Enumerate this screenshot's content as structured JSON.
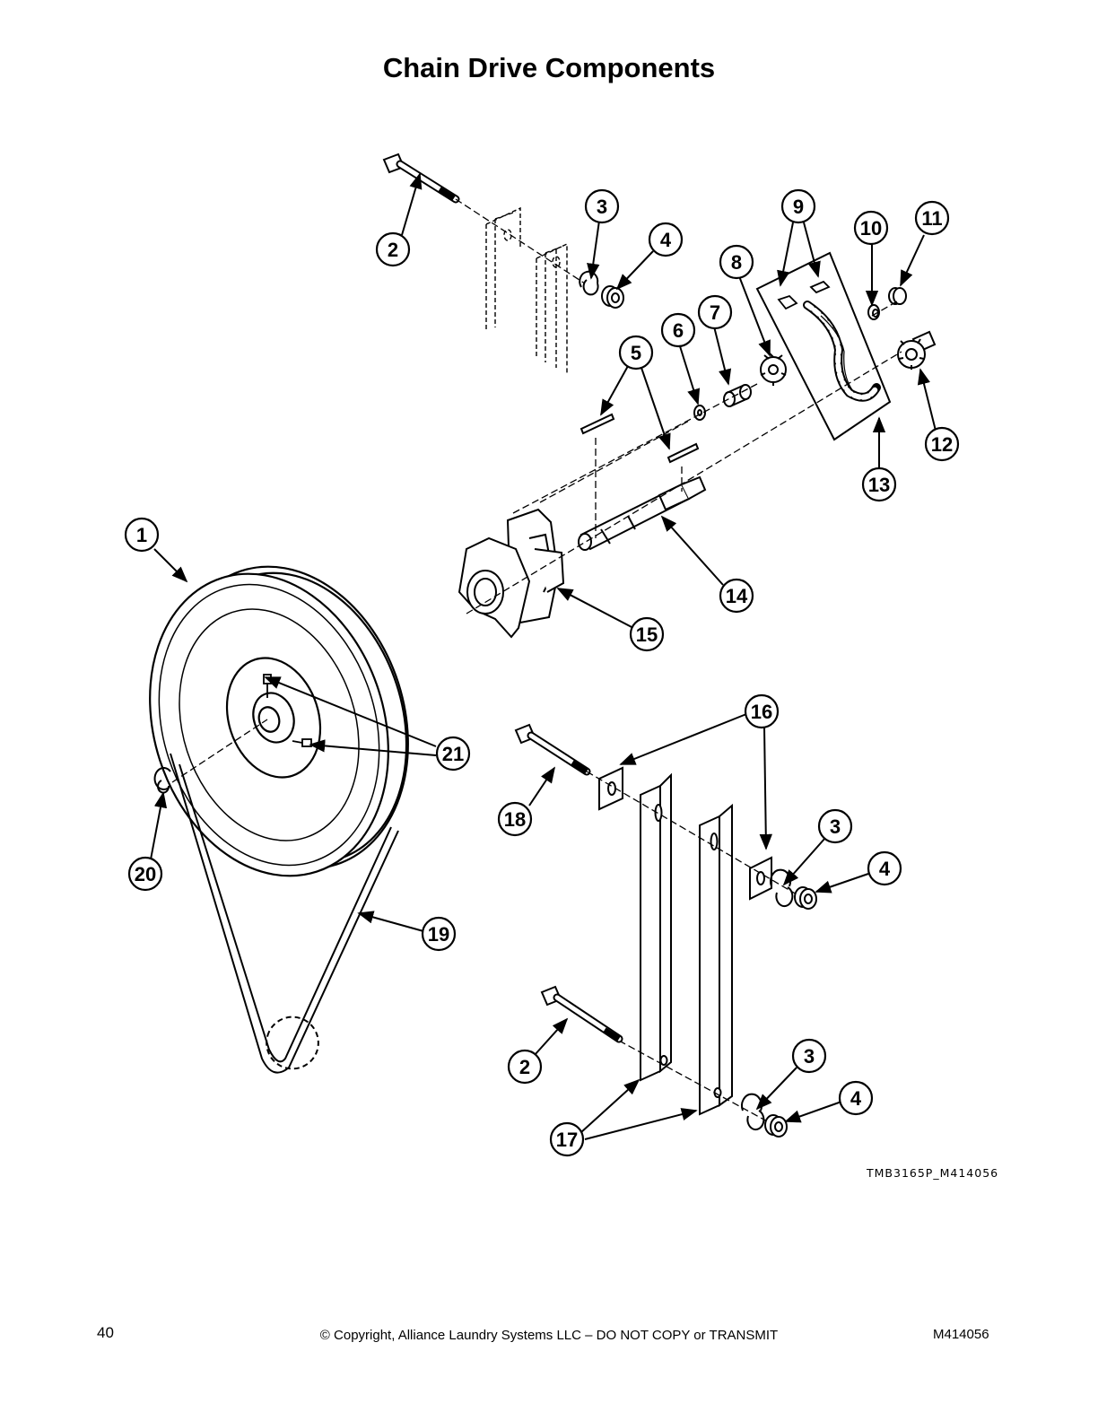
{
  "page": {
    "title": "Chain Drive Components",
    "figure_id": "TMB3165P_M414056",
    "footer": {
      "page_number": "40",
      "copyright": "© Copyright, Alliance Laundry Systems LLC – DO NOT COPY or TRANSMIT",
      "doc_number": "M414056"
    }
  },
  "callouts": [
    {
      "id": "c2a",
      "label": "2"
    },
    {
      "id": "c3a",
      "label": "3"
    },
    {
      "id": "c4a",
      "label": "4"
    },
    {
      "id": "c5",
      "label": "5"
    },
    {
      "id": "c6",
      "label": "6"
    },
    {
      "id": "c7",
      "label": "7"
    },
    {
      "id": "c8",
      "label": "8"
    },
    {
      "id": "c9",
      "label": "9"
    },
    {
      "id": "c10",
      "label": "10"
    },
    {
      "id": "c11",
      "label": "11"
    },
    {
      "id": "c12",
      "label": "12"
    },
    {
      "id": "c13",
      "label": "13"
    },
    {
      "id": "c14",
      "label": "14"
    },
    {
      "id": "c15",
      "label": "15"
    },
    {
      "id": "c1",
      "label": "1"
    },
    {
      "id": "c21",
      "label": "21"
    },
    {
      "id": "c20",
      "label": "20"
    },
    {
      "id": "c19",
      "label": "19"
    },
    {
      "id": "c16",
      "label": "16"
    },
    {
      "id": "c18",
      "label": "18"
    },
    {
      "id": "c3b",
      "label": "3"
    },
    {
      "id": "c4b",
      "label": "4"
    },
    {
      "id": "c2b",
      "label": "2"
    },
    {
      "id": "c3c",
      "label": "3"
    },
    {
      "id": "c4c",
      "label": "4"
    },
    {
      "id": "c17",
      "label": "17"
    }
  ]
}
